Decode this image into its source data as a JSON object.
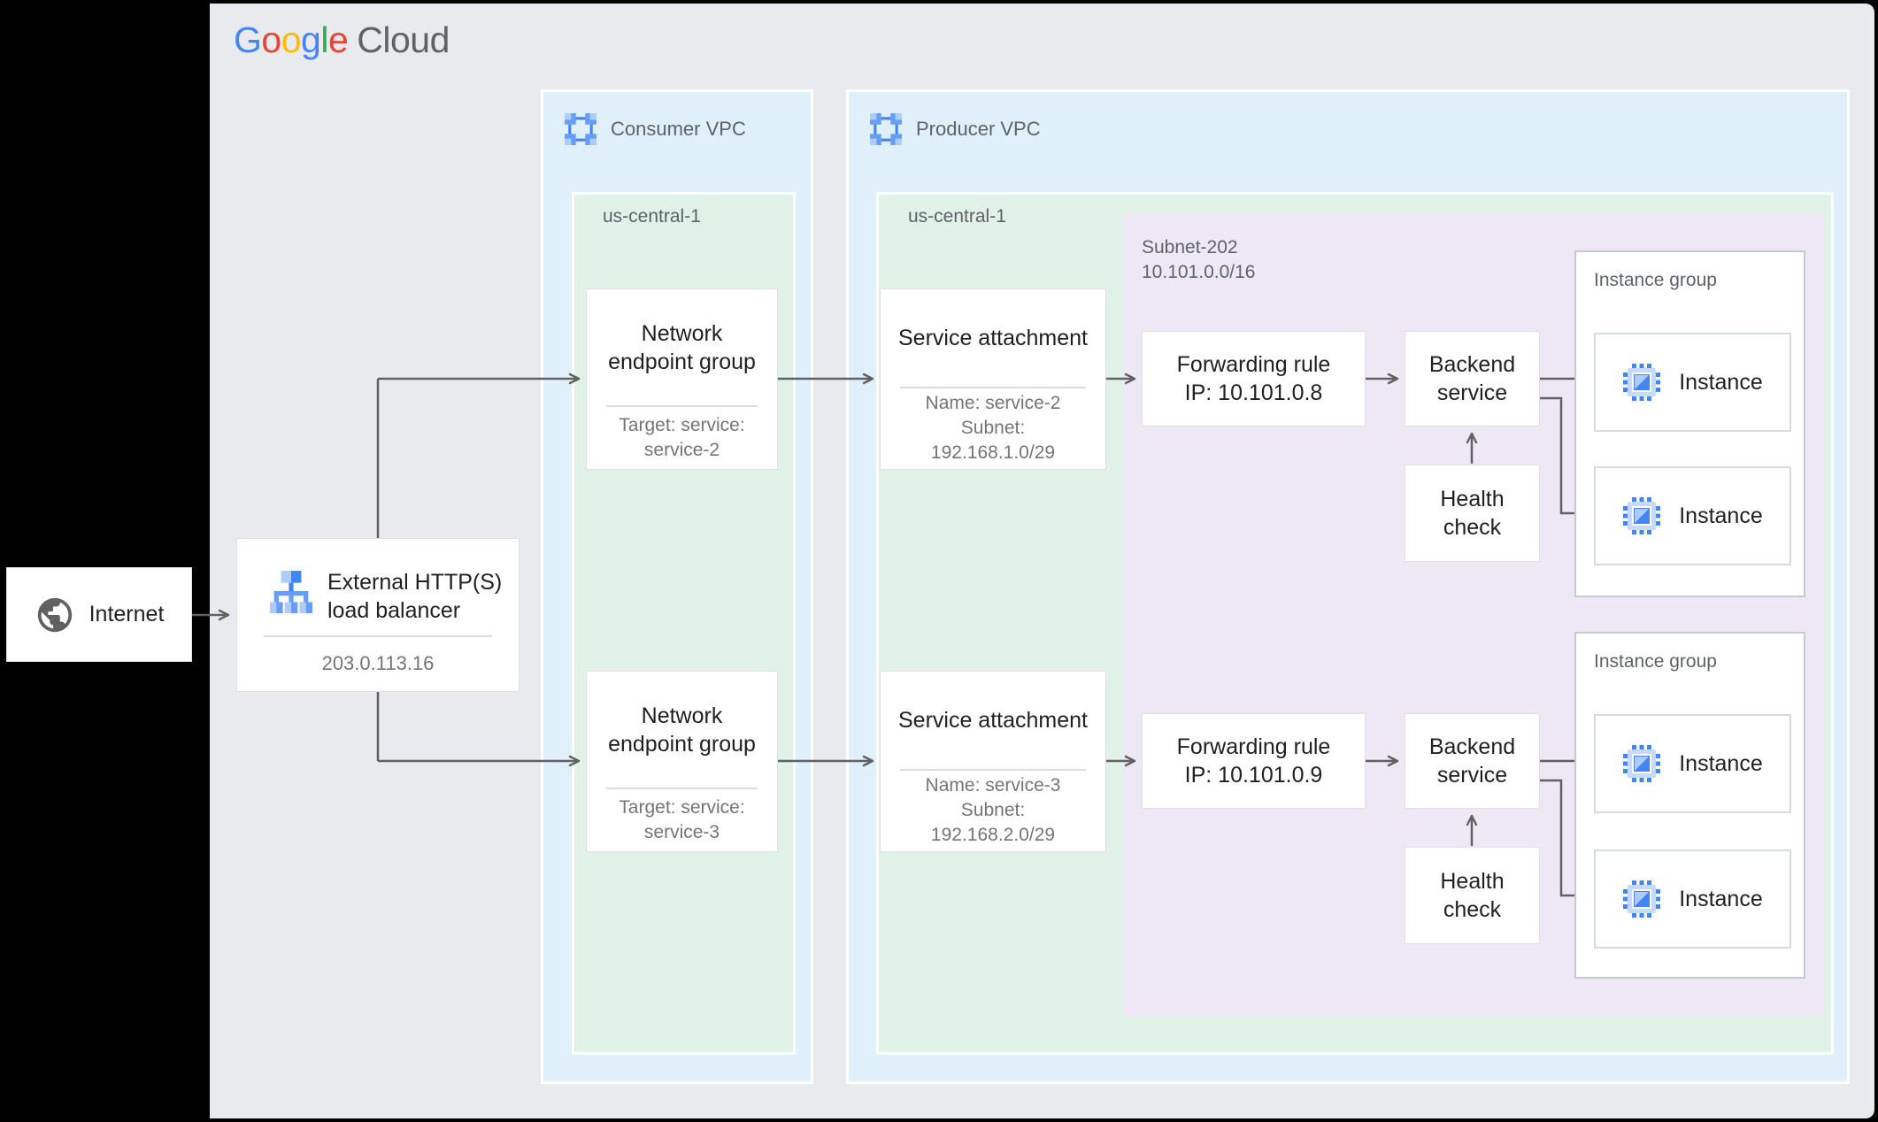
{
  "logo": {
    "letters": [
      {
        "ch": "G"
      },
      {
        "ch": "o"
      },
      {
        "ch": "o"
      },
      {
        "ch": "g"
      },
      {
        "ch": "l"
      },
      {
        "ch": "e"
      }
    ],
    "suffix": "Cloud"
  },
  "internet": {
    "label": "Internet"
  },
  "load_balancer": {
    "title": "External HTTP(S) load balancer",
    "ip": "203.0.113.16"
  },
  "consumer_vpc": {
    "label": "Consumer VPC",
    "region": "us-central-1"
  },
  "producer_vpc": {
    "label": "Producer VPC",
    "region": "us-central-1",
    "subnet_name": "Subnet-202",
    "subnet_cidr": "10.101.0.0/16"
  },
  "rows": [
    {
      "neg": {
        "title": "Network endpoint group",
        "target_line1": "Target: service:",
        "target_line2": "service-2"
      },
      "attachment": {
        "title": "Service attachment",
        "detail_line1": "Name: service-2",
        "detail_line2": "Subnet:",
        "detail_line3": "192.168.1.0/29"
      },
      "forwarding_rule": {
        "line1": "Forwarding rule",
        "line2": "IP: 10.101.0.8"
      },
      "backend_service": {
        "label": "Backend service"
      },
      "health_check": {
        "label": "Health check"
      },
      "instance_group": {
        "label": "Instance group",
        "instances": [
          {
            "label": "Instance"
          },
          {
            "label": "Instance"
          }
        ]
      }
    },
    {
      "neg": {
        "title": "Network endpoint group",
        "target_line1": "Target: service:",
        "target_line2": "service-3"
      },
      "attachment": {
        "title": "Service attachment",
        "detail_line1": "Name: service-3",
        "detail_line2": "Subnet:",
        "detail_line3": "192.168.2.0/29"
      },
      "forwarding_rule": {
        "line1": "Forwarding rule",
        "line2": "IP: 10.101.0.9"
      },
      "backend_service": {
        "label": "Backend service"
      },
      "health_check": {
        "label": "Health check"
      },
      "instance_group": {
        "label": "Instance group",
        "instances": [
          {
            "label": "Instance"
          },
          {
            "label": "Instance"
          }
        ]
      }
    }
  ],
  "icons": {
    "globe": "globe-icon",
    "vpc": "vpc-network-icon",
    "load_balancer": "load-balancer-icon",
    "instance": "compute-instance-icon"
  },
  "colors": {
    "background": "#E8EAED",
    "vpc_panel": "#DFF0FA",
    "region_panel": "#E0F1E7",
    "subnet_panel": "#EDE8F4",
    "line": "#616161",
    "google_blue": "#4285F4",
    "google_red": "#EA4335",
    "google_yellow": "#FBBC04",
    "google_green": "#34A853",
    "text_primary": "#212121",
    "text_secondary": "#757575",
    "label_gray": "#5F6368"
  }
}
